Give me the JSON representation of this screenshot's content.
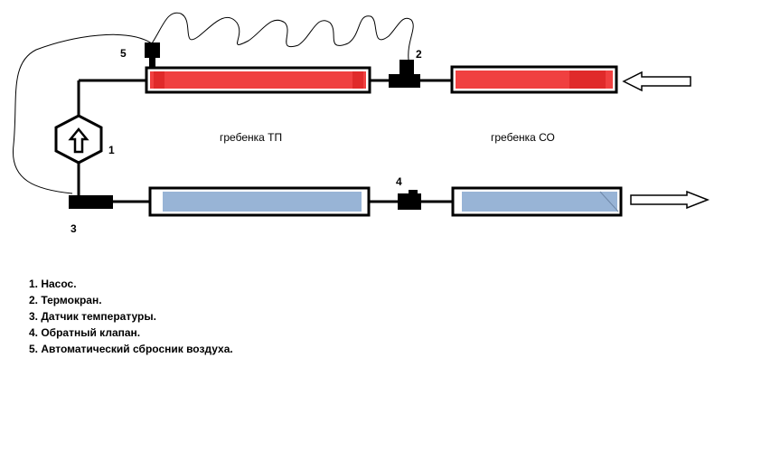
{
  "labels": {
    "manifold_tp": "гребенка ТП",
    "manifold_co": "гребенка СО"
  },
  "markers": {
    "pump": "1",
    "thermo_valve": "2",
    "temp_sensor": "3",
    "check_valve": "4",
    "air_vent": "5"
  },
  "legend": [
    "1. Насос.",
    "2. Термокран.",
    "3. Датчик температуры.",
    "4. Обратный клапан.",
    "5. Автоматический сбросник воздуха."
  ],
  "colors": {
    "hot": "#f04040",
    "cold": "#98b4d6",
    "line": "#000000"
  }
}
